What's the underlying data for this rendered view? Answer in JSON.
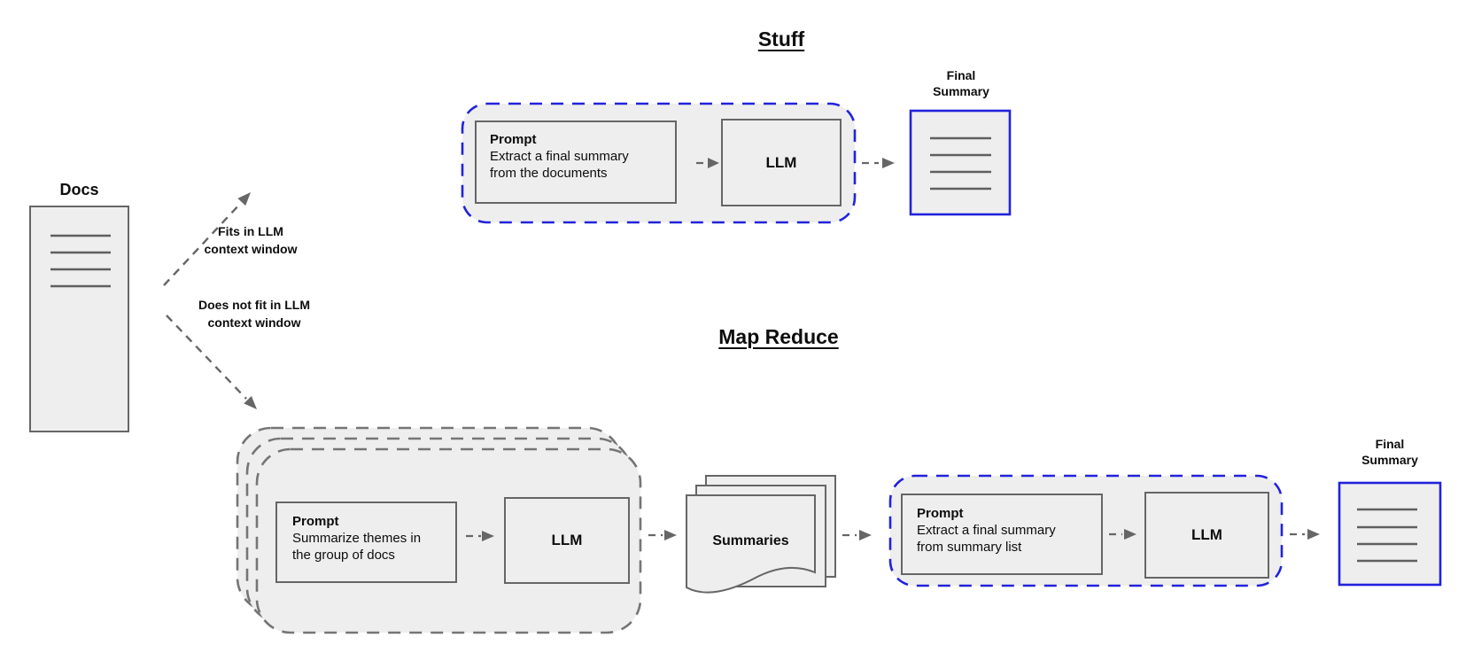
{
  "docs": {
    "label": "Docs",
    "fits_arrow_label": "Fits in LLM\ncontext window",
    "does_not_fit_arrow_label": "Does not fit in LLM\ncontext window"
  },
  "stuff": {
    "title": "Stuff",
    "prompt_title": "Prompt",
    "prompt_body": "Extract a final summary\nfrom the documents",
    "llm_label": "LLM",
    "final_summary_label": "Final\nSummary"
  },
  "map_reduce": {
    "title": "Map Reduce",
    "map_prompt_title": "Prompt",
    "map_prompt_body": "Summarize themes in\nthe group of docs",
    "map_llm_label": "LLM",
    "summaries_label": "Summaries",
    "reduce_prompt_title": "Prompt",
    "reduce_prompt_body": "Extract a final summary\nfrom summary list",
    "reduce_llm_label": "LLM",
    "final_summary_label": "Final\nSummary"
  },
  "colors": {
    "container_outline_blue": "#2222dd",
    "shape_fill_gray": "#eeeeee",
    "shape_outline_gray": "#666666",
    "stack_outline_gray": "#757575",
    "arrow_gray": "#666666",
    "doc_line_gray": "#5f5f5f",
    "text_color": "#0d0d0d"
  }
}
